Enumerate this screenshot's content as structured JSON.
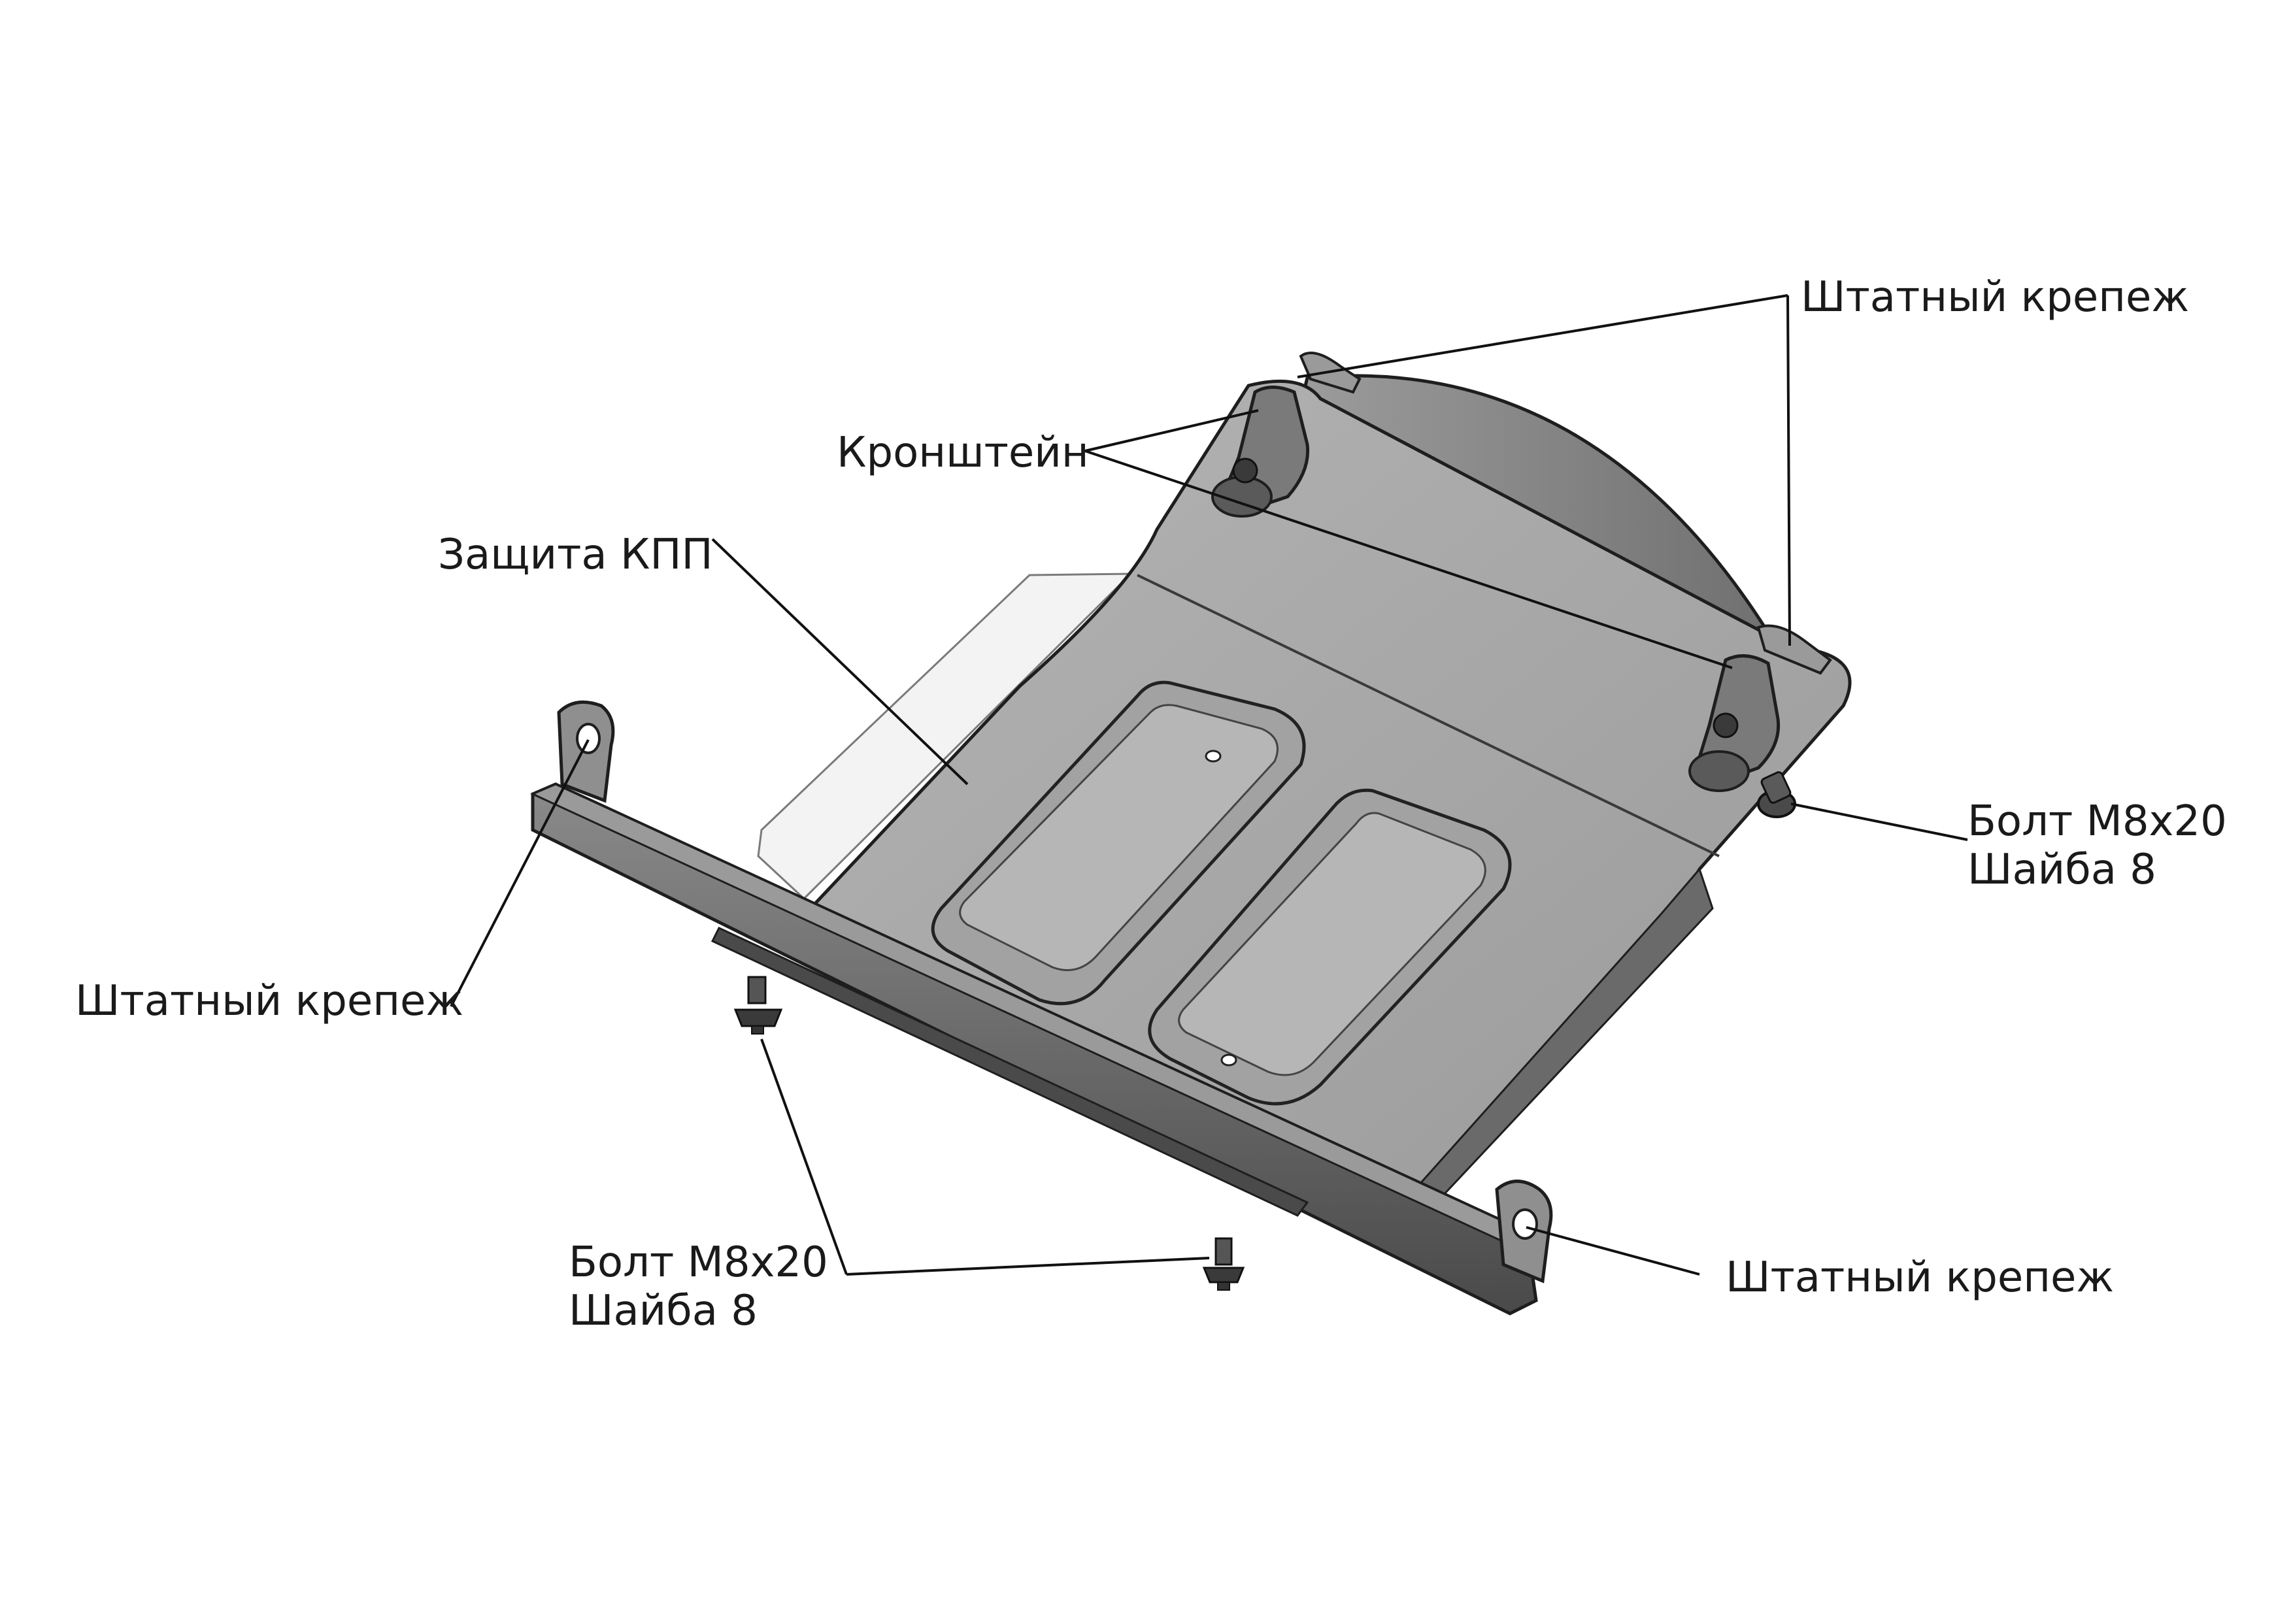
{
  "colors": {
    "plate_light": "#a9a9a9",
    "plate_mid": "#8e8e8e",
    "plate_dark": "#5a5a5a",
    "rail": "#7a7a7a",
    "rail_dark": "#3a3a3a",
    "outline": "#1e1e1e",
    "flange": "#f1f1f1",
    "leader": "#111111"
  },
  "labels": {
    "top_right_fastener": "Штатный крепеж",
    "bracket": "Кронштейн",
    "gearbox_guard": "Защита КПП",
    "left_fastener": "Штатный крепеж",
    "bottom_right_fastener": "Штатный крепеж",
    "right_bolt_line1": "Болт М8х20",
    "right_bolt_line2": "Шайба 8",
    "bottom_bolt_line1": "Болт М8х20",
    "bottom_bolt_line2": "Шайба 8"
  }
}
